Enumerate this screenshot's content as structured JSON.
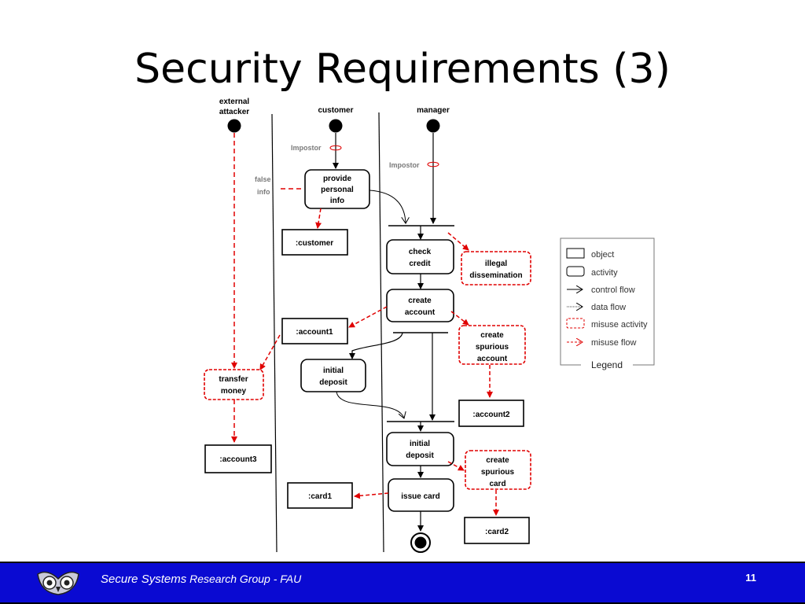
{
  "slide": {
    "title": "Security Requirements (3)",
    "footer": {
      "org_a": "Secure Systems",
      "org_b": " Research Group - FAU",
      "page_number": "11"
    }
  },
  "diagram": {
    "swimlanes": {
      "external_attacker_1": "external",
      "external_attacker_2": "attacker",
      "customer": "customer",
      "manager": "manager"
    },
    "annotations": {
      "impostor_customer": "Impostor",
      "impostor_manager": "Impostor",
      "false_info_1": "false",
      "false_info_2": "info"
    },
    "activities": {
      "provide_personal_info": [
        "provide",
        "personal",
        "info"
      ],
      "check_credit": [
        "check",
        "credit"
      ],
      "create_account": [
        "create",
        "account"
      ],
      "initial_deposit_customer": [
        "initial",
        "deposit"
      ],
      "initial_deposit_manager": [
        "initial",
        "deposit"
      ],
      "issue_card": [
        "issue card"
      ]
    },
    "misuse_activities": {
      "illegal_dissemination": [
        "illegal",
        "dissemination"
      ],
      "create_spurious_account": [
        "create",
        "spurious",
        "account"
      ],
      "transfer_money": [
        "transfer",
        "money"
      ],
      "create_spurious_card": [
        "create",
        "spurious",
        "card"
      ]
    },
    "objects": {
      "customer": ":customer",
      "account1": ":account1",
      "account2": ":account2",
      "account3": ":account3",
      "card1": ":card1",
      "card2": ":card2"
    },
    "legend": {
      "title": "Legend",
      "items": [
        "object",
        "activity",
        "control flow",
        "data flow",
        "misuse activity",
        "misuse flow"
      ]
    },
    "colors": {
      "misuse": "#e00000",
      "normal": "#000000",
      "annotation": "#7a7a7a"
    }
  }
}
